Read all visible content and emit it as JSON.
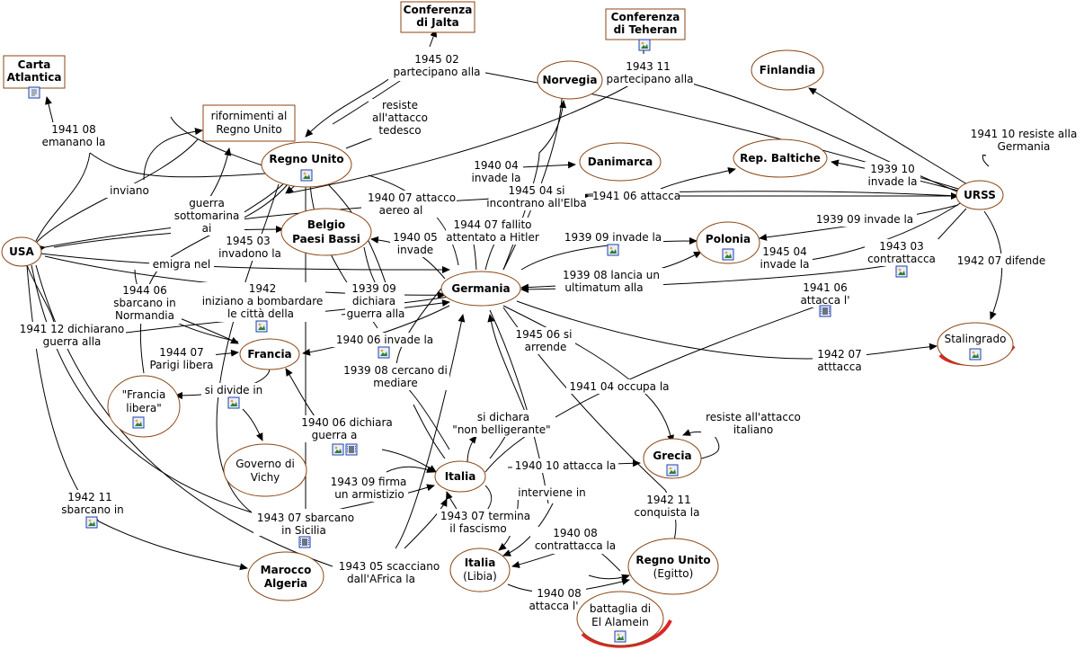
{
  "nodes": {
    "usa": "USA",
    "carta": [
      "Carta",
      "Atlantica"
    ],
    "rifornimenti": [
      "rifornimenti al",
      "Regno Unito"
    ],
    "regno_unito": "Regno Unito",
    "jalta": [
      "Conferenza",
      "di Jalta"
    ],
    "teheran": [
      "Conferenza",
      "di Teheran"
    ],
    "norvegia": "Norvegia",
    "finlandia": "Finlandia",
    "danimarca": "Danimarca",
    "baltiche": "Rep. Baltiche",
    "urss": "URSS",
    "belgio": [
      "Belgio",
      "Paesi Bassi"
    ],
    "polonia": "Polonia",
    "germania": "Germania",
    "stalingrado": "Stalingrado",
    "francia": "Francia",
    "francia_libera": [
      "\"Francia",
      "libera\""
    ],
    "vichy": [
      "Governo di",
      "Vichy"
    ],
    "grecia": "Grecia",
    "italia": "Italia",
    "marocco": [
      "Marocco",
      "Algeria"
    ],
    "italia_libia": [
      "Italia",
      "(Libia)"
    ],
    "regno_unito_egitto": [
      "Regno Unito",
      "(Egitto)"
    ],
    "el_alamein": [
      "battaglia di",
      "El Alamein"
    ]
  },
  "labels": {
    "jalta_part": [
      "1945 02",
      "partecipano alla"
    ],
    "teheran_part": [
      "1943 11",
      "partecipano alla"
    ],
    "carta_em": [
      "1941 08",
      "emanano la"
    ],
    "resiste": [
      "resiste",
      "all'attacco",
      "tedesco"
    ],
    "inviano": "inviano",
    "guerra_sott": [
      "guerra",
      "sottomarina",
      "ai"
    ],
    "invade_dan": [
      "1940 04",
      "invade la"
    ],
    "incontrano": [
      "1945 04 si",
      "incontrano all'Elba"
    ],
    "attacca_urss": "1941 06 attacca",
    "resiste_germ": [
      "1941 10 resiste alla",
      "Germania"
    ],
    "baltiche_inv": [
      "1939 10",
      "invade la"
    ],
    "attacco_aereo": [
      "1940 07 attacco",
      "aereo al"
    ],
    "fallito": [
      "1944 07 fallito",
      "attentato a Hitler"
    ],
    "invade_pol": "1939 09 invade la",
    "urss_pol": "1939 09 invade la",
    "urss_ger": [
      "1945 04",
      "invade la"
    ],
    "contrattacca_urss": [
      "1943 03",
      "contrattacca"
    ],
    "difende": "1942 07 difende",
    "invadono": [
      "1945 03",
      "invadono la"
    ],
    "belgio_inv": [
      "1940 05",
      "invade"
    ],
    "ultimatum": [
      "1939 08 lancia un",
      "ultimatum alla"
    ],
    "emigra": "emigra nel",
    "sbarcano_norm": [
      "1944 06",
      "sbarcano in",
      "Normandia"
    ],
    "iniziano": [
      "1942",
      "iniziano a bombardare",
      "le città della"
    ],
    "dichiara_guerra": [
      "1939 09",
      "dichiara",
      "guerra alla"
    ],
    "attacca_urss2": [
      "1941 06",
      "attacca l'"
    ],
    "dich_usa": [
      "1941 12 dichiarano",
      "guerra alla"
    ],
    "parigi": [
      "1944 07",
      "Parigi libera"
    ],
    "invade_fra": "1940 06 invade la",
    "si_arrende": [
      "1945 06 si",
      "arrende"
    ],
    "atttacca": [
      "1942 07",
      "atttacca"
    ],
    "cercano": [
      "1939 08 cercano di",
      "mediare"
    ],
    "occupa": "1941 04 occupa la",
    "divide": "si divide in",
    "non_bell": [
      "si dichara",
      "\"non belligerante\""
    ],
    "resiste_it": [
      "resiste all'attacco",
      "italiano"
    ],
    "dichiara_a": [
      "1940 06 dichiara",
      "guerra a"
    ],
    "attacca_gr": "1940 10 attacca la",
    "armistizio": [
      "1943 09 firma",
      "un armistizio"
    ],
    "interviene": "interviene in",
    "conquista": [
      "1942 11",
      "conquista la"
    ],
    "sbarcano_mar": [
      "1942 11",
      "sbarcano in"
    ],
    "sicilia": [
      "1943 07 sbarcano",
      "in Sicilia"
    ],
    "termina": [
      "1943 07 termina",
      "il fascismo"
    ],
    "contrattacca_eg": [
      "1940 08",
      "contrattacca la"
    ],
    "scacciano": [
      "1943 05 scacciano",
      "dall'AFrica la"
    ],
    "attacca_eg": [
      "1940 08",
      "attacca l'"
    ]
  }
}
